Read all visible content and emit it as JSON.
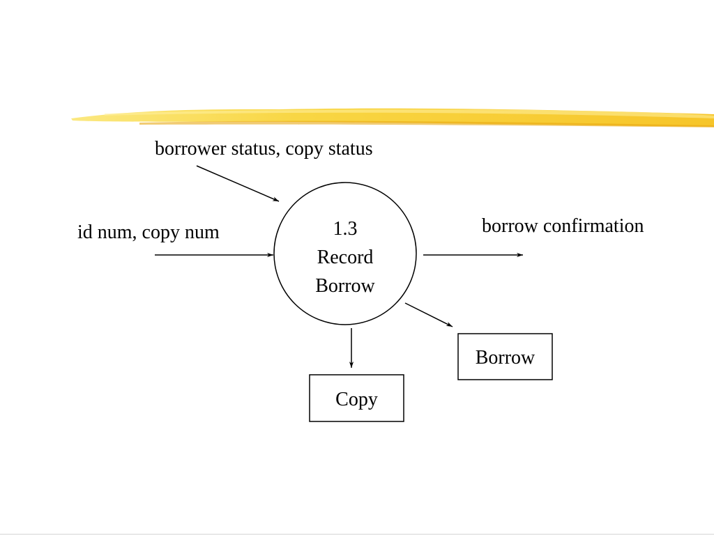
{
  "colors": {
    "background": "#ffffff",
    "ink": "#000000",
    "highlighter": "#f7c52a",
    "highlighter_light": "#fbe05a"
  },
  "flows": {
    "status_in": "borrower status, copy status",
    "ids_in": "id num, copy num",
    "confirmation_out": "borrow confirmation"
  },
  "process": {
    "number": "1.3",
    "name_line1": "Record",
    "name_line2": "Borrow"
  },
  "stores": {
    "borrow": "Borrow",
    "copy": "Copy"
  }
}
